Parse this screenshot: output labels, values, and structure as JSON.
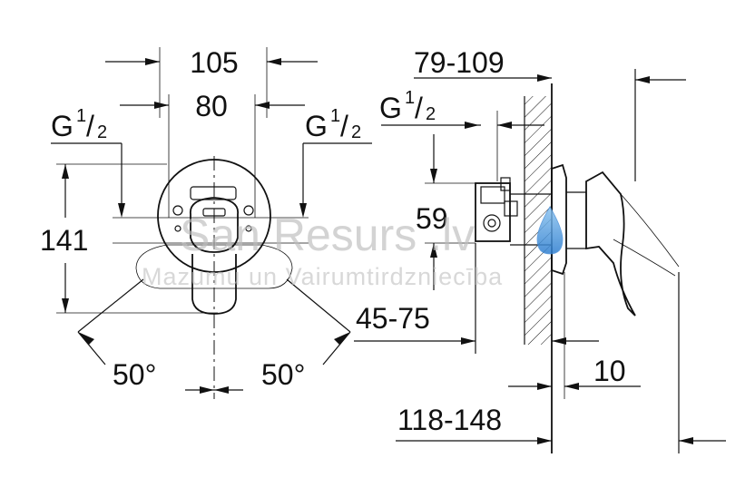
{
  "front_view": {
    "width_outer": "105",
    "width_inner": "80",
    "thread_left": "G",
    "thread_right": "G",
    "thread_fraction_num": "1",
    "thread_fraction_den": "2",
    "height": "141",
    "angle_left": "50°",
    "angle_right": "50°"
  },
  "side_view": {
    "depth_range": "79-109",
    "thread": "G",
    "thread_fraction_num": "1",
    "thread_fraction_den": "2",
    "height_59": "59",
    "install_range": "45-75",
    "plate": "10",
    "overall_range": "118-148"
  },
  "watermark": {
    "brand": "San Resurs .lv",
    "tagline": "Mazumu un Vairumtirdzniecība",
    "drop_color": "#4a90d9"
  }
}
